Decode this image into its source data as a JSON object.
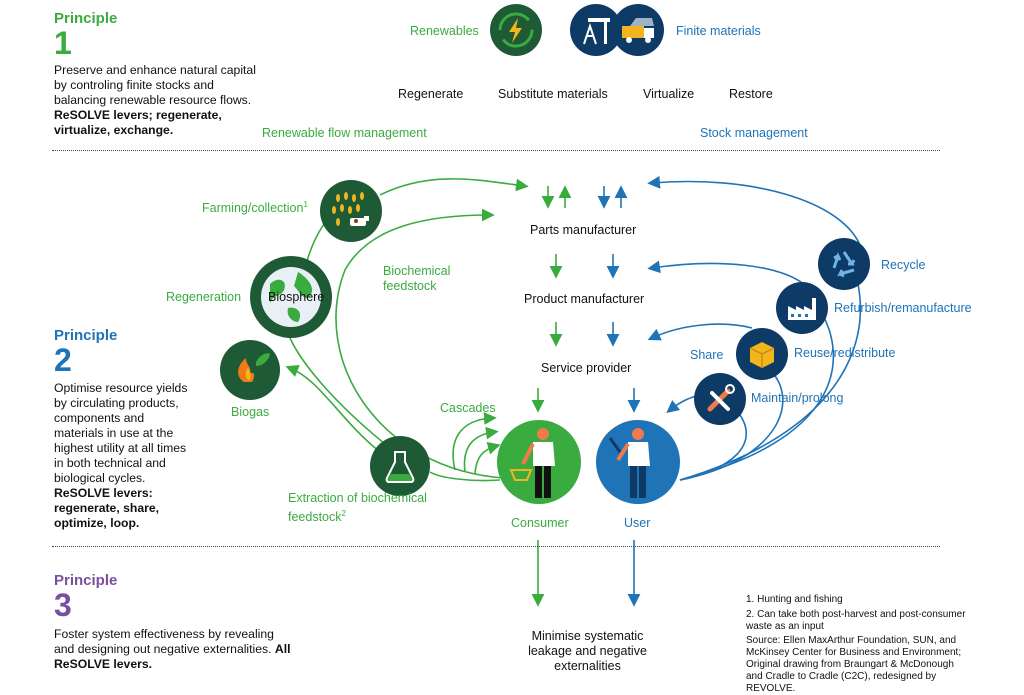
{
  "principle1": {
    "label": "Principle",
    "number": "1",
    "text": "Preserve and enhance natural capital by controling finite stocks and balancing renewable resource flows.",
    "levers": "ReSOLVE levers; regenerate, virtualize, exchange."
  },
  "principle2": {
    "label": "Principle",
    "number": "2",
    "text": "Optimise resource yields by circulating products, components and materials in use at the highest utility at all times in both technical and biological cycles.",
    "levers": "ReSOLVE levers: regenerate, share, optimize, loop."
  },
  "principle3": {
    "label": "Principle",
    "number": "3",
    "text": "Foster system effectiveness by revealing and designing out negative externalities.",
    "levers": "All ReSOLVE levers."
  },
  "top": {
    "renewables": "Renewables",
    "finite_materials": "Finite materials",
    "actions": [
      "Regenerate",
      "Substitute materials",
      "Virtualize",
      "Restore"
    ],
    "renewable_flow": "Renewable flow management",
    "stock_management": "Stock management"
  },
  "bio": {
    "farming": "Farming/collection",
    "farming_note": "1",
    "regeneration": "Regeneration",
    "biosphere": "Biosphere",
    "biogas": "Biogas",
    "biochemical": "Biochemical feedstock",
    "cascades": "Cascades",
    "extraction": "Extraction of biochemical feedstock",
    "extraction_note": "2"
  },
  "tech": {
    "recycle": "Recycle",
    "refurbish": "Refurbish/remanufacture",
    "share": "Share",
    "reuse": "Reuse/redistribute",
    "maintain": "Maintain/prolong"
  },
  "stages": {
    "parts": "Parts manufacturer",
    "product": "Product manufacturer",
    "service": "Service provider",
    "consumer": "Consumer",
    "user": "User"
  },
  "leakage": "Minimise systematic leakage and negative externalities",
  "footnotes": {
    "f1": "1. Hunting and fishing",
    "f2": "2. Can take both post-harvest and post-consumer waste as an input",
    "source": "Source: Ellen MaxArthur Foundation, SUN, and McKinsey Center for Business and Environment; Original drawing from Braungart & McDonough and Cradle to Cradle (C2C), redesigned by REVOLVE."
  },
  "colors": {
    "green": "#3aab3f",
    "dark_green": "#1d5a35",
    "blue": "#1f73b7",
    "navy": "#0e3a66",
    "purple": "#7b4fa0"
  },
  "icons": [
    "energy-icon",
    "oil-pump-icon",
    "truck-icon",
    "wheat-cow-icon",
    "globe-icon",
    "leaf-flame-icon",
    "flask-icon",
    "recycle-icon",
    "factory-icon",
    "box-icon",
    "tools-icon",
    "consumer-person-icon",
    "user-person-icon"
  ]
}
